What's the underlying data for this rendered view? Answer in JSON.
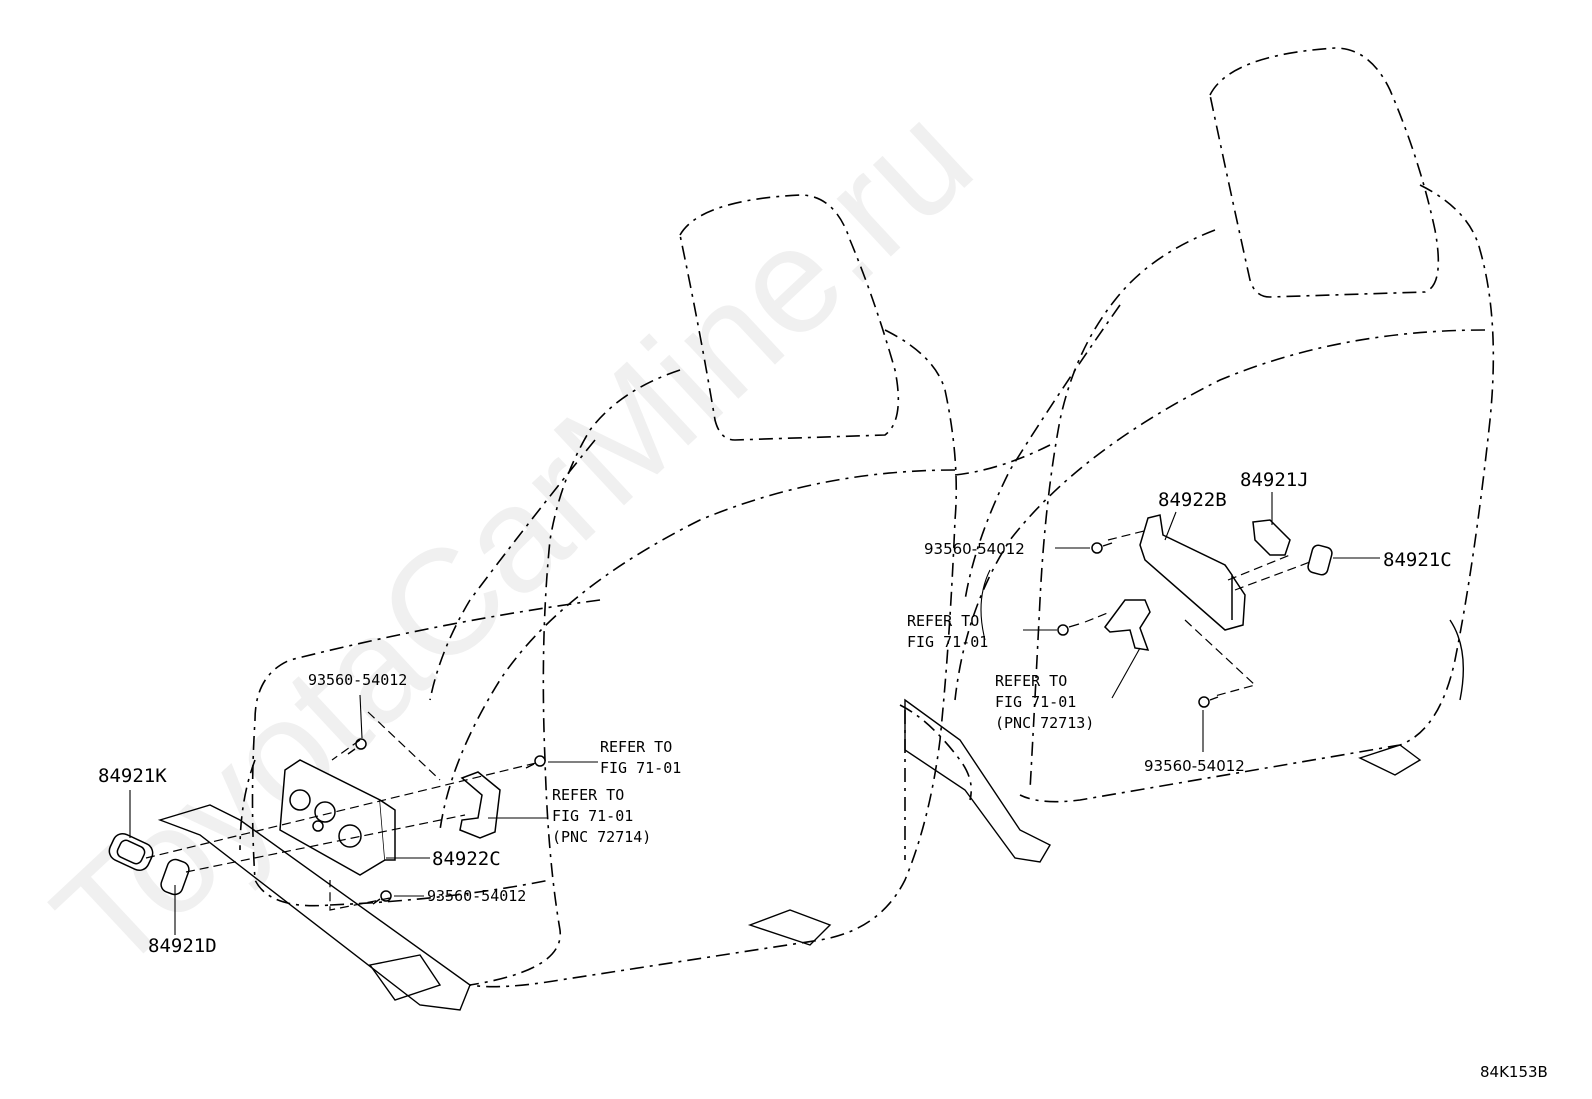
{
  "watermark": "ToyotaCarMine.ru",
  "figure_code": "84K153B",
  "callouts": {
    "l_84921K": "84921K",
    "l_84921D": "84921D",
    "l_84922C": "84922C",
    "l_93560_top": "93560-54012",
    "l_93560_bottom": "93560-54012",
    "l_refer1_a": "REFER TO",
    "l_refer1_b": "FIG 71-01",
    "l_refer2_a": "REFER TO",
    "l_refer2_b": "FIG 71-01",
    "l_refer2_c": "(PNC 72714)",
    "r_84921J": "84921J",
    "r_84922B": "84922B",
    "r_84921C": "84921C",
    "r_93560_top": "93560-54012",
    "r_93560_bottom": "93560-54012",
    "r_refer1_a": "REFER TO",
    "r_refer1_b": "FIG 71-01",
    "r_refer2_a": "REFER TO",
    "r_refer2_b": "FIG 71-01",
    "r_refer2_c": "(PNC 72713)"
  }
}
